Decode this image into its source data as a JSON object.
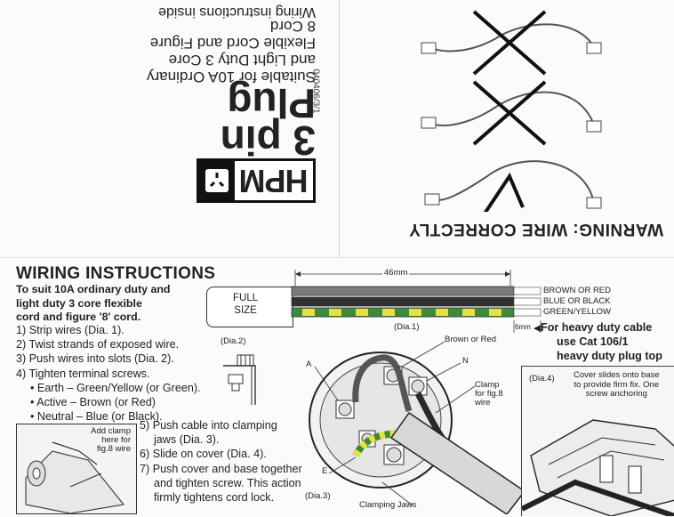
{
  "product_code": "040406/3/1",
  "brand_text": "HPM",
  "title_line1": "3 pin",
  "title_line2": "Plug",
  "suitable_lines": [
    "Suitable for 10A Ordinary",
    "and Light Duty 3 Core",
    "Flexible Cord and Figure",
    "8 Cord"
  ],
  "instructions_inside": "Wiring instructions inside",
  "warning": "WARNING: WIRE CORRECTLY",
  "wiring_heading": "WIRING INSTRUCTIONS",
  "intro_lines": [
    "To suit 10A ordinary duty and",
    "light duty 3 core flexible",
    "cord and figure '8' cord."
  ],
  "steps": [
    "1) Strip wires (Dia. 1).",
    "2) Twist strands of exposed wire.",
    "3) Push wires into slots (Dia. 2).",
    "4) Tighten terminal screws.",
    "• Earth – Green/Yellow (or Green).",
    "• Active – Brown (or Red)",
    "• Neutral – Blue (or Black)."
  ],
  "steps_b": [
    "5) Push cable into clamping",
    "jaws (Dia. 3).",
    "6) Slide on cover (Dia. 4).",
    "7) Push cover and base together",
    "and tighten screw. This action",
    "firmly tightens cord lock."
  ],
  "dia1": {
    "label": "(Dia.1)",
    "full_size": [
      "FULL",
      "SIZE"
    ],
    "dim_46": "46mm",
    "dim_6": "6mm",
    "wires": [
      "BROWN OR RED",
      "BLUE OR BLACK",
      "GREEN/YELLOW"
    ]
  },
  "heavy_duty": [
    "For heavy duty cable",
    "use Cat 106/1",
    "heavy duty plug top"
  ],
  "dia2_label": "(Dia.2)",
  "dia3": {
    "label": "(Dia.3)",
    "brown_or_red": "Brown or Red",
    "a": "A",
    "n": "N",
    "e": "E",
    "clamp_lines": [
      "Clamp",
      "for fig.8",
      "wire"
    ],
    "clamping_jaws": "Clamping Jaws"
  },
  "dia4": {
    "label": "(Dia.4)",
    "note_lines": [
      "Cover slides onto base",
      "to provide firm fix. One",
      "screw anchoring"
    ]
  },
  "clamp_note": [
    "Add clamp",
    "here for",
    "fig.8 wire"
  ],
  "colors": {
    "brown": "#6e6e6e",
    "blue": "#2a2a2a",
    "green": "#3c8a3c",
    "yellow": "#e8e040"
  }
}
